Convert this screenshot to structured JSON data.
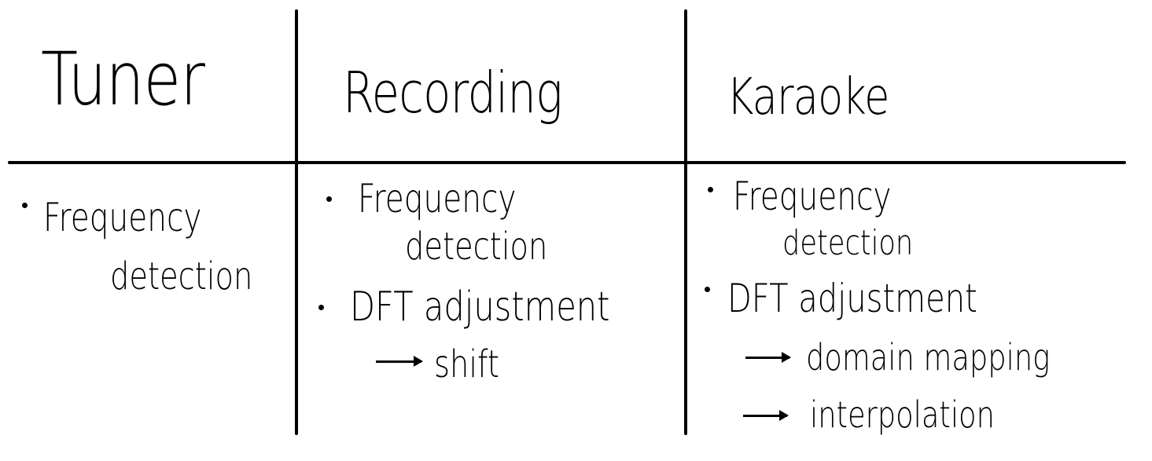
{
  "columns": [
    {
      "header": "Tuner",
      "items": [
        {
          "line1": "Frequency",
          "line2": "detection"
        }
      ]
    },
    {
      "header": "Recording",
      "items": [
        {
          "line1": "Frequency",
          "line2": "detection"
        },
        {
          "line1": "DFT adjustment",
          "subitems": [
            "shift"
          ]
        }
      ]
    },
    {
      "header": "Karaoke",
      "items": [
        {
          "line1": "Frequency",
          "line2": "detection"
        },
        {
          "line1": "DFT adjustment",
          "subitems": [
            "domain mapping",
            "interpolation"
          ]
        }
      ]
    }
  ]
}
